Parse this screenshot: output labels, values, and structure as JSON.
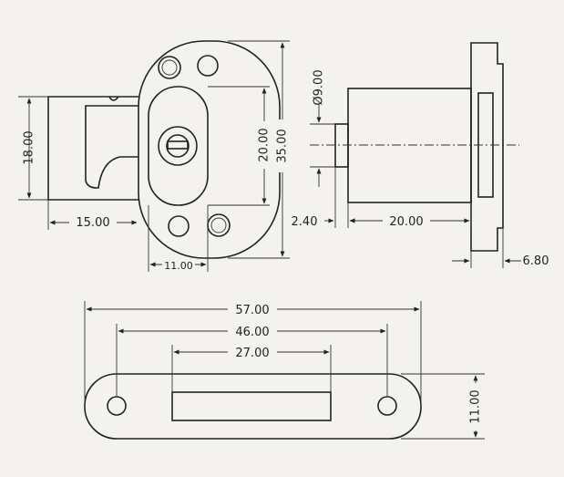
{
  "drawing": {
    "colors": {
      "paper": "#f3f2ef",
      "ink": "#222222"
    },
    "top_view": {
      "height_label": "18.00",
      "offset_label": "15.00",
      "width_label": "11.00",
      "inner_height_label": "20.00",
      "overall_height_label": "35.00"
    },
    "side_view": {
      "diameter_label": "Ø9.00",
      "spacer_label": "2.40",
      "body_length_label": "20.00",
      "flange_label": "6.80"
    },
    "strike_plate": {
      "overall_length_label": "57.00",
      "hole_spacing_label": "46.00",
      "slot_length_label": "27.00",
      "height_label": "11.00"
    }
  }
}
